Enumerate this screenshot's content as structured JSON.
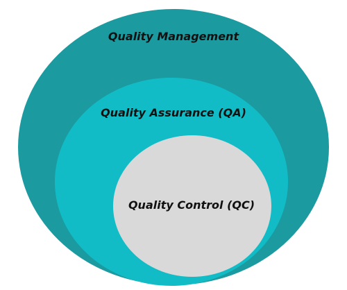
{
  "diagram": {
    "outer": {
      "label": "Quality Management",
      "color": "#1b9aa0"
    },
    "middle": {
      "label": "Quality Assurance (QA)",
      "color": "#11bcc6"
    },
    "inner": {
      "label": "Quality Control (QC)",
      "color": "#d9d9d9"
    }
  }
}
